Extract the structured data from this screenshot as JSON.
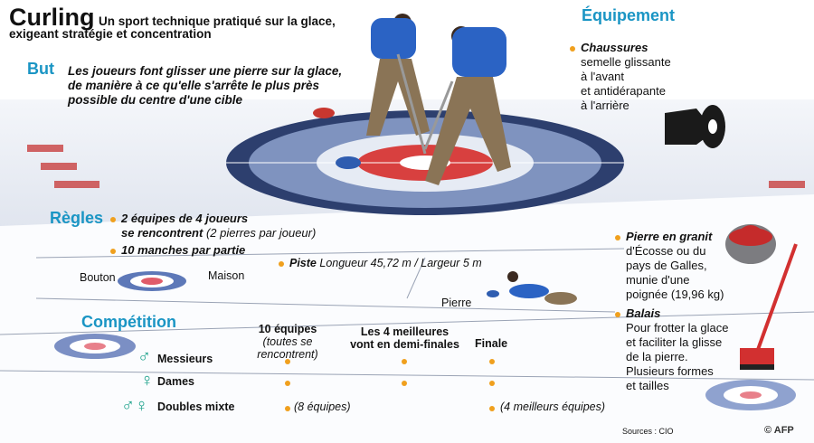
{
  "header": {
    "title": "Curling",
    "subtitle_line1": "Un sport technique pratiqué sur la glace,",
    "subtitle_line2": "exigeant stratégie et concentration"
  },
  "but": {
    "heading": "But",
    "lines": [
      "Les joueurs font glisser une pierre sur la glace,",
      "de manière à ce qu'elle s'arrête le plus près",
      "possible du centre d'une cible"
    ]
  },
  "equipement": {
    "heading": "Équipement",
    "chaussures": {
      "title": "Chaussures",
      "lines": [
        "semelle glissante",
        "à l'avant",
        "et antidérapante",
        "à l'arrière"
      ]
    },
    "pierre": {
      "title": "Pierre en granit",
      "lines": [
        "d'Écosse ou du",
        "pays de Galles,",
        "munie d'une",
        "poignée (19,96 kg)"
      ]
    },
    "balais": {
      "title": "Balais",
      "lines": [
        "Pour frotter la glace",
        "et faciliter la glisse",
        "de la pierre.",
        "Plusieurs formes",
        "et tailles"
      ]
    }
  },
  "regles": {
    "heading": "Règles",
    "rule1_line1": "2 équipes de 4 joueurs",
    "rule1_line2": "se rencontrent",
    "rule1_note": "(2 pierres par joueur)",
    "rule2": "10 manches par partie"
  },
  "piste": {
    "label": "Piste",
    "dims": "Longueur 45,72 m / Largeur  5 m",
    "bouton": "Bouton",
    "maison": "Maison",
    "pierre": "Pierre"
  },
  "competition": {
    "heading": "Compétition",
    "columns": [
      {
        "title": "10 équipes",
        "note": "(toutes se rencontrent)"
      },
      {
        "title": "Les 4 meilleures",
        "note": "vont en demi-finales"
      },
      {
        "title": "Finale",
        "note": ""
      }
    ],
    "rows": [
      {
        "label": "Messieurs",
        "symbol": "♂",
        "marks": [
          true,
          true,
          true
        ]
      },
      {
        "label": "Dames",
        "symbol": "♀",
        "marks": [
          true,
          true,
          true
        ]
      },
      {
        "label": "Doubles mixte",
        "symbol": "♂♀",
        "marks": [
          true,
          false,
          true
        ],
        "note1": "(8 équipes)",
        "note3": "(4 meilleurs équipes)"
      }
    ]
  },
  "footer": {
    "source": "Sources : CIO",
    "credit": "© AFP"
  },
  "colors": {
    "accent": "#1a95c4",
    "bullet": "#f0a01e",
    "house_red": "#d8403f",
    "house_blue": "#3f5c9c"
  }
}
